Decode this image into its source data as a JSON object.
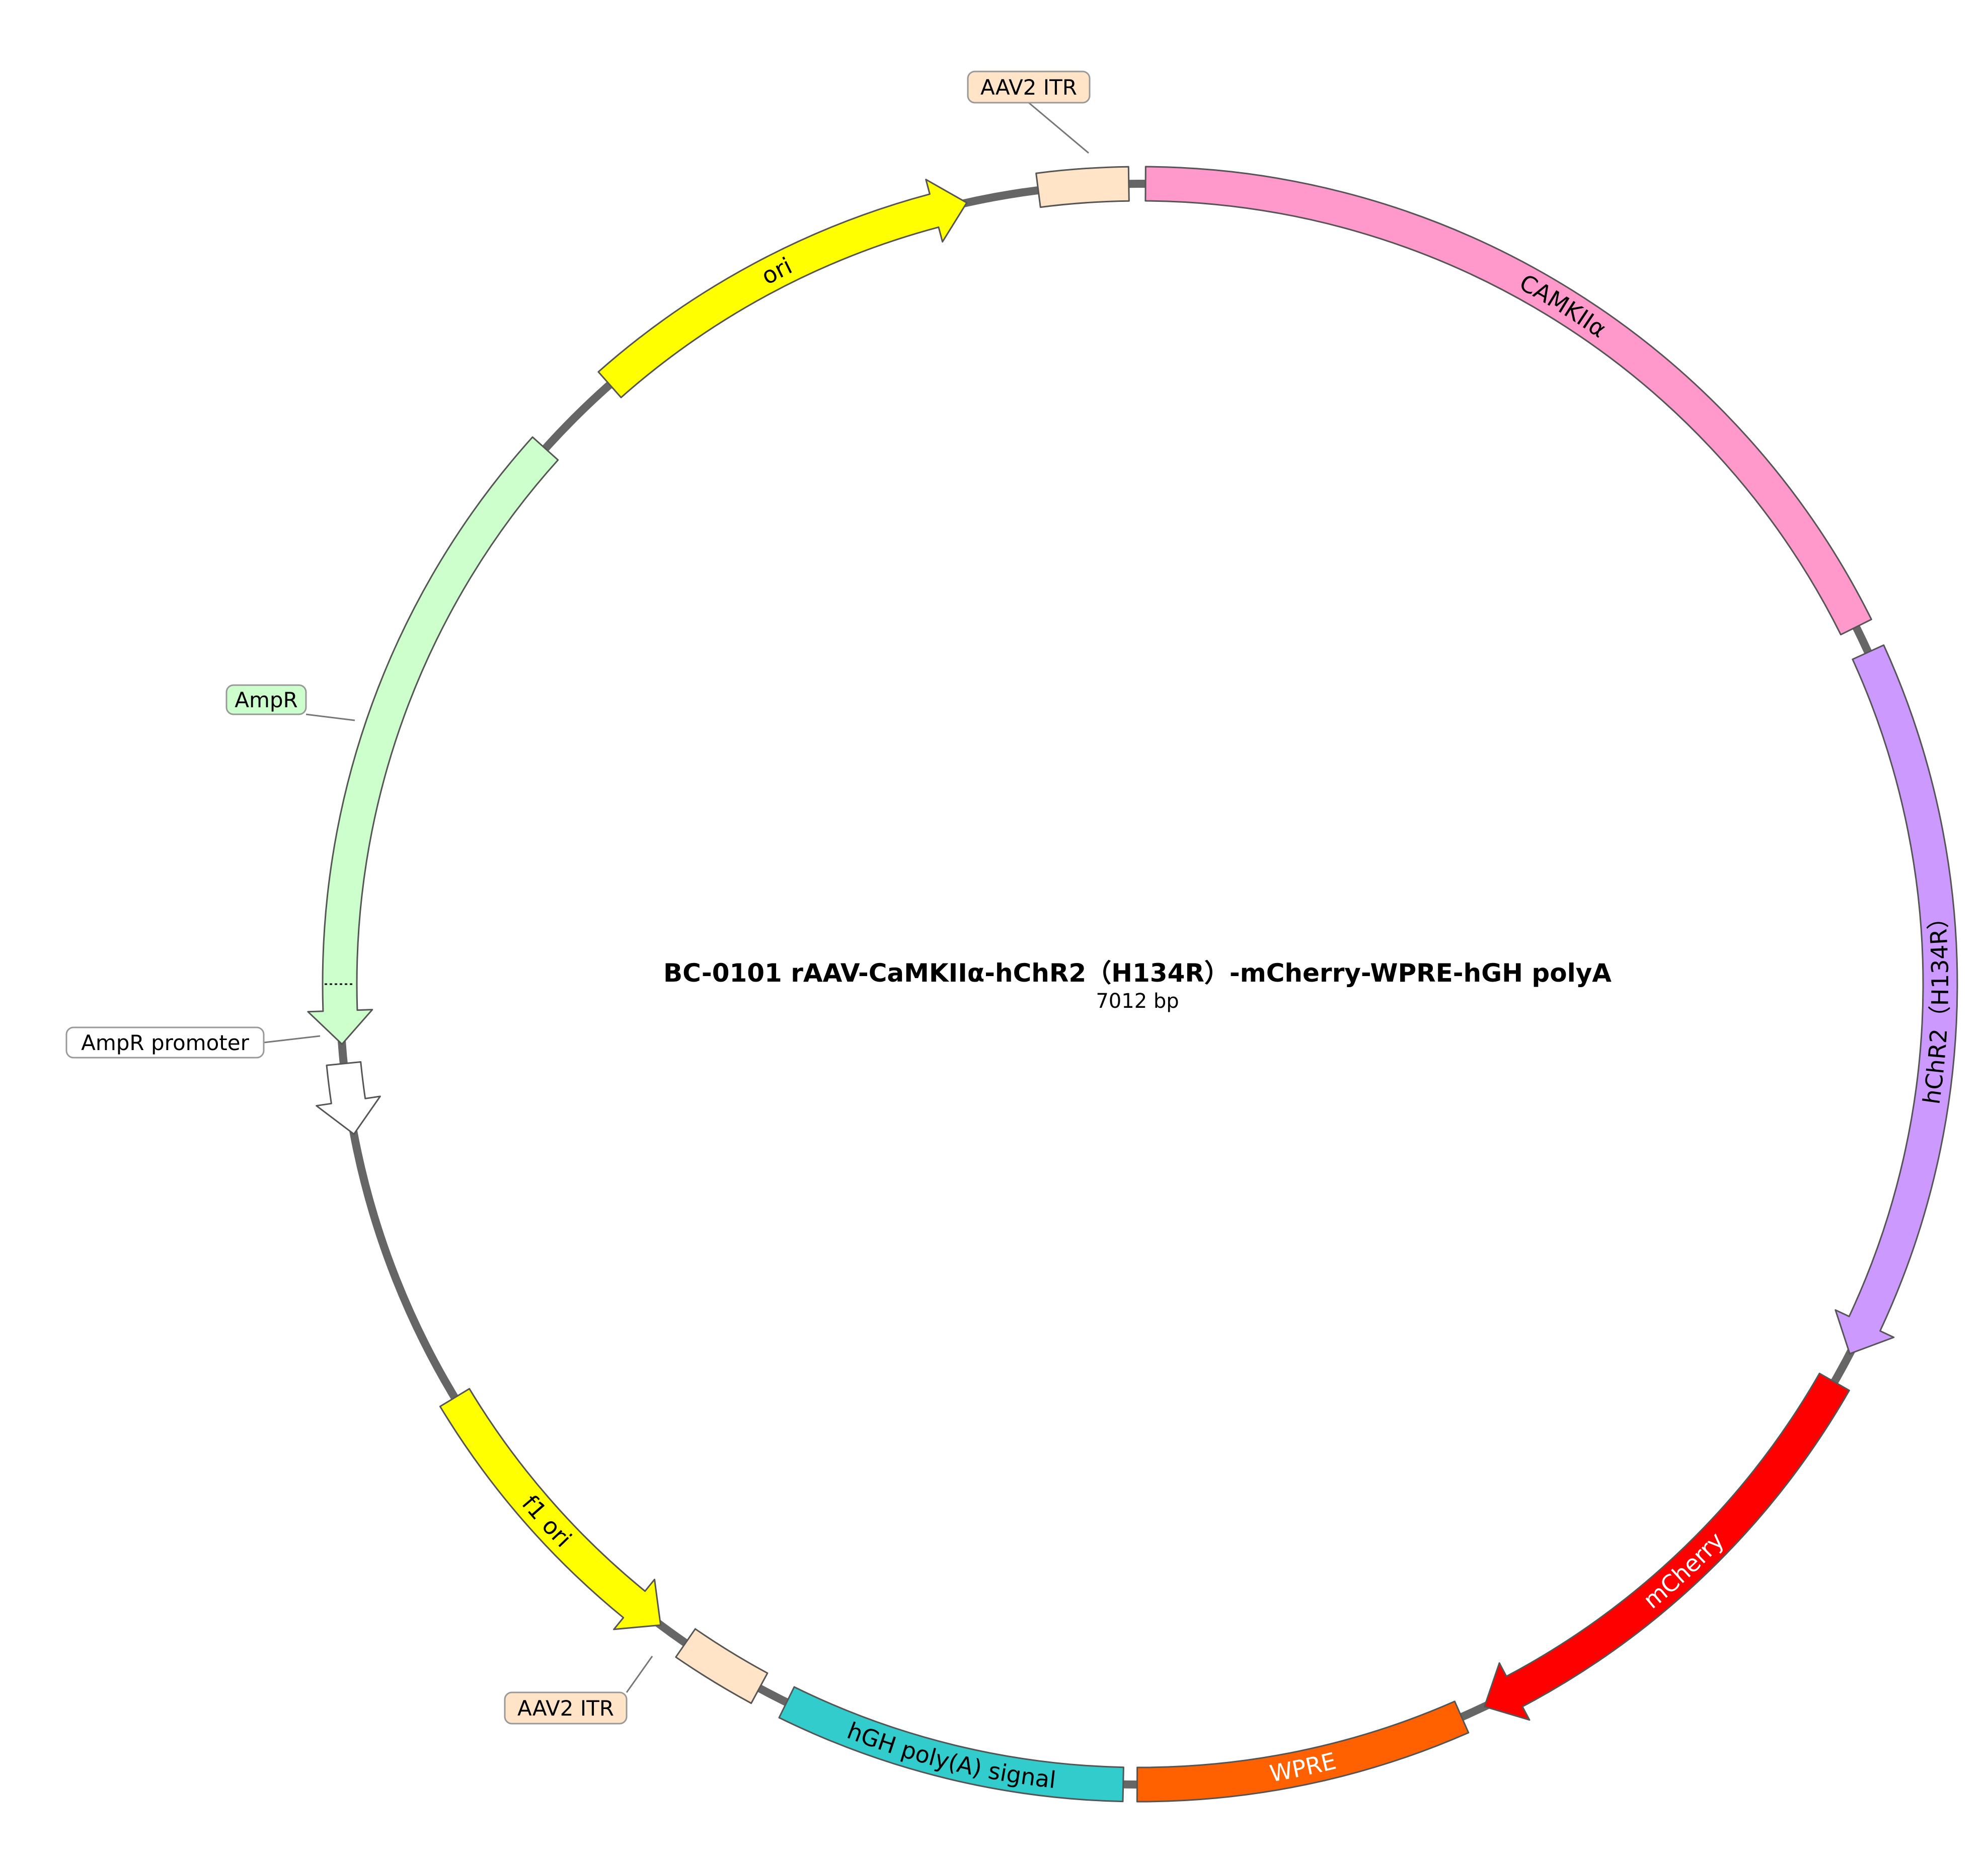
{
  "plasmid": {
    "title": "BC-0101   rAAV-CaMKIIα-hChR2（H134R）-mCherry-WPRE-hGH polyA",
    "size_label": "7012 bp",
    "total_bp": 7012
  },
  "features": [
    {
      "id": "aav2-itr-top",
      "name": "AAV2 ITR",
      "start_deg": -7.3,
      "end_deg": -0.8,
      "direction": "none",
      "color": "#ffe4c8",
      "text_color": "#000000",
      "label_inside": false,
      "callout": true
    },
    {
      "id": "camkii",
      "name": "CAMKIIα",
      "start_deg": 0.4,
      "end_deg": 63.5,
      "direction": "none",
      "color": "#ff99cc",
      "text_color": "#000000",
      "label_inside": true,
      "callout": false
    },
    {
      "id": "hchr2",
      "name": "hChR2（H134R）",
      "start_deg": 65.5,
      "end_deg": 117.5,
      "direction": "cw",
      "color": "#cc99ff",
      "text_color": "#000000",
      "label_inside": true,
      "callout": false
    },
    {
      "id": "mcherry",
      "name": "mCherry",
      "start_deg": 119.8,
      "end_deg": 154.5,
      "direction": "cw",
      "color": "#ff0000",
      "text_color": "#ffffff",
      "label_inside": true,
      "callout": false
    },
    {
      "id": "wpre",
      "name": "WPRE",
      "start_deg": 156.3,
      "end_deg": 180.2,
      "direction": "none",
      "color": "#ff6000",
      "text_color": "#ffffff",
      "label_inside": true,
      "callout": false
    },
    {
      "id": "hgh",
      "name": "hGH poly(A) signal",
      "start_deg": 181.2,
      "end_deg": 206.2,
      "direction": "none",
      "color": "#33cccc",
      "text_color": "#000000",
      "label_inside": true,
      "callout": false
    },
    {
      "id": "aav2-itr-bottom",
      "name": "AAV2 ITR",
      "start_deg": 208.4,
      "end_deg": 214.6,
      "direction": "none",
      "color": "#ffe4c8",
      "text_color": "#000000",
      "label_inside": false,
      "callout": true
    },
    {
      "id": "f1-ori",
      "name": "f1 ori",
      "start_deg": 216.8,
      "end_deg": 238.9,
      "direction": "ccw",
      "color": "#ffff00",
      "text_color": "#000000",
      "label_inside": true,
      "callout": false
    },
    {
      "id": "ampr-promoter",
      "name": "AmpR promoter",
      "start_deg": 259.2,
      "end_deg": 264.3,
      "direction": "ccw",
      "color": "#ffffff",
      "text_color": "#000000",
      "label_inside": false,
      "callout": true
    },
    {
      "id": "ampr",
      "name": "AmpR",
      "start_deg": 265.7,
      "end_deg": 312.0,
      "direction": "ccw",
      "color": "#ccffcc",
      "text_color": "#000000",
      "label_inside": false,
      "callout": true
    },
    {
      "id": "ori",
      "name": "ori",
      "start_deg": 318.5,
      "end_deg": 347.5,
      "direction": "cw",
      "color": "#ffff00",
      "text_color": "#000000",
      "label_inside": true,
      "callout": false
    }
  ],
  "callouts": [
    {
      "feature": "aav2-itr-top",
      "text": "AAV2 ITR",
      "color": "#ffe4c8"
    },
    {
      "feature": "ampr",
      "text": "AmpR",
      "color": "#ccffcc"
    },
    {
      "feature": "ampr-promoter",
      "text": "AmpR promoter",
      "color": "#ffffff"
    },
    {
      "feature": "aav2-itr-bottom",
      "text": "AAV2 ITR",
      "color": "#ffe4c8"
    }
  ],
  "style": {
    "backbone_color": "#666666",
    "outline_color": "#555555",
    "background": "#ffffff"
  }
}
